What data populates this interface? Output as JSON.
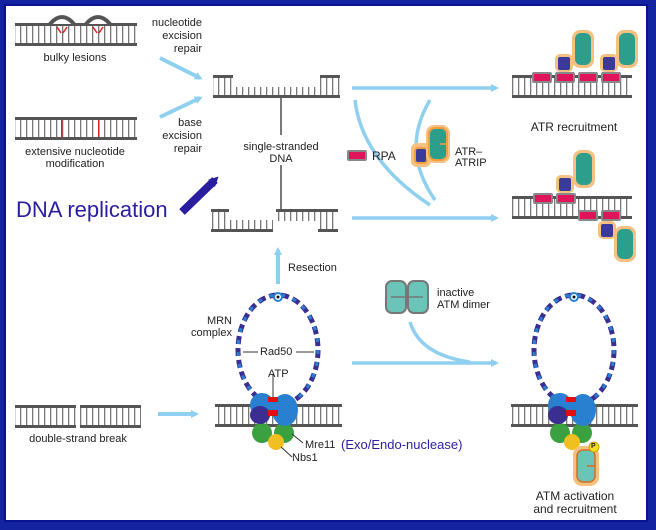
{
  "colors": {
    "frame": "#0a1490",
    "arrow_light": "#8fd0f0",
    "arrow_dark": "#2a1ea0",
    "dna": "#555555",
    "rpa": "#e0145a",
    "atr_teal": "#2e9e8c",
    "atrip_purple": "#3a3a9a",
    "halo_orange": "#f0a040",
    "mrn_dark": "#3a2e90",
    "mrn_light": "#2a80d0",
    "mre11_green": "#3aa040",
    "nbs1_yellow": "#f0c020",
    "atm_teal": "#6ac4b8",
    "atp_red": "#e01010"
  },
  "labels": {
    "bulky_lesions": "bulky lesions",
    "extensive_mod_1": "extensive nucleotide",
    "extensive_mod_2": "modification",
    "ner_1": "nucleotide",
    "ner_2": "excision",
    "ner_3": "repair",
    "ber_1": "base",
    "ber_2": "excision",
    "ber_3": "repair",
    "ssdna_1": "single-stranded",
    "ssdna_2": "DNA",
    "dna_replication": "DNA replication",
    "rpa": "RPA",
    "atr_atrip_1": "ATR–",
    "atr_atrip_2": "ATRIP",
    "atr_recruitment": "ATR recruitment",
    "resection": "Resection",
    "inactive_atm_1": "inactive",
    "inactive_atm_2": "ATM dimer",
    "mrn_1": "MRN",
    "mrn_2": "complex",
    "rad50": "Rad50",
    "atp": "ATP",
    "mre11": "Mre11",
    "exo_endo": "(Exo/Endo-nuclease)",
    "nbs1": "Nbs1",
    "double_strand_break": "double-strand break",
    "atm_activation_1": "ATM activation",
    "atm_activation_2": "and recruitment",
    "phospho": "P"
  }
}
